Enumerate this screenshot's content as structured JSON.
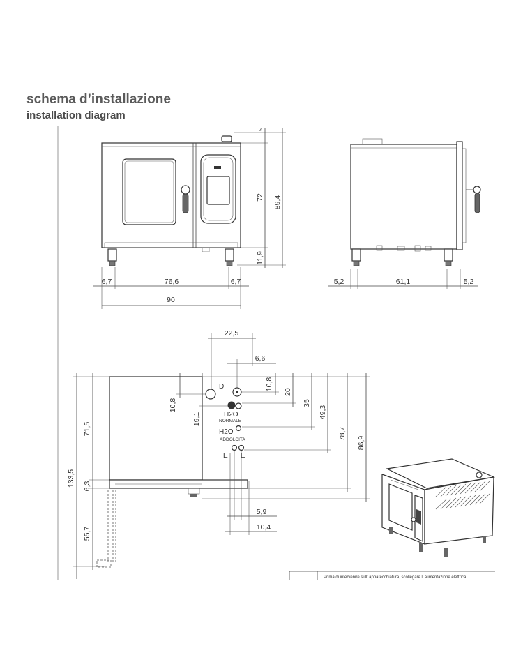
{
  "header": {
    "title": "schema d’installazione",
    "subtitle": "installation diagram"
  },
  "front_view": {
    "left_offset": "6,7",
    "inner_width": "76,6",
    "right_offset": "6,7",
    "total_width": "90",
    "body_height": "72",
    "total_height": "89,4",
    "leg_height": "11,9",
    "top_offset": "5"
  },
  "side_view": {
    "rear_offset": "5,2",
    "depth": "61,1",
    "front_offset": "5,2"
  },
  "plan_view": {
    "labels": {
      "drain": "D",
      "water_normal": "H2O",
      "water_normal_caption": "NORMALE",
      "water_softened": "H2O",
      "water_softened_caption": "ADDOLCITA",
      "electric_1": "E",
      "electric_2": "E"
    },
    "dims": {
      "d_horizontal": "22,5",
      "water_horizontal": "6,6",
      "d_vertical_right": "10,8",
      "water_vertical": "20",
      "normal_vertical": "35",
      "softened_vertical": "49,3",
      "body_depth": "78,7",
      "total_depth": "86,9",
      "d_vertical_left": "10,8",
      "water_vertical_left": "19,1",
      "body_height_side": "71,5",
      "total_height_side": "133,5",
      "door_thickness": "6,3",
      "stand_height": "55,7",
      "electric_offset_1": "5,9",
      "electric_offset_2": "10,4"
    }
  },
  "note": {
    "text": "Prima di intervenire sull' apparecchiatura, scollegare l' alimentazione elettrica"
  }
}
